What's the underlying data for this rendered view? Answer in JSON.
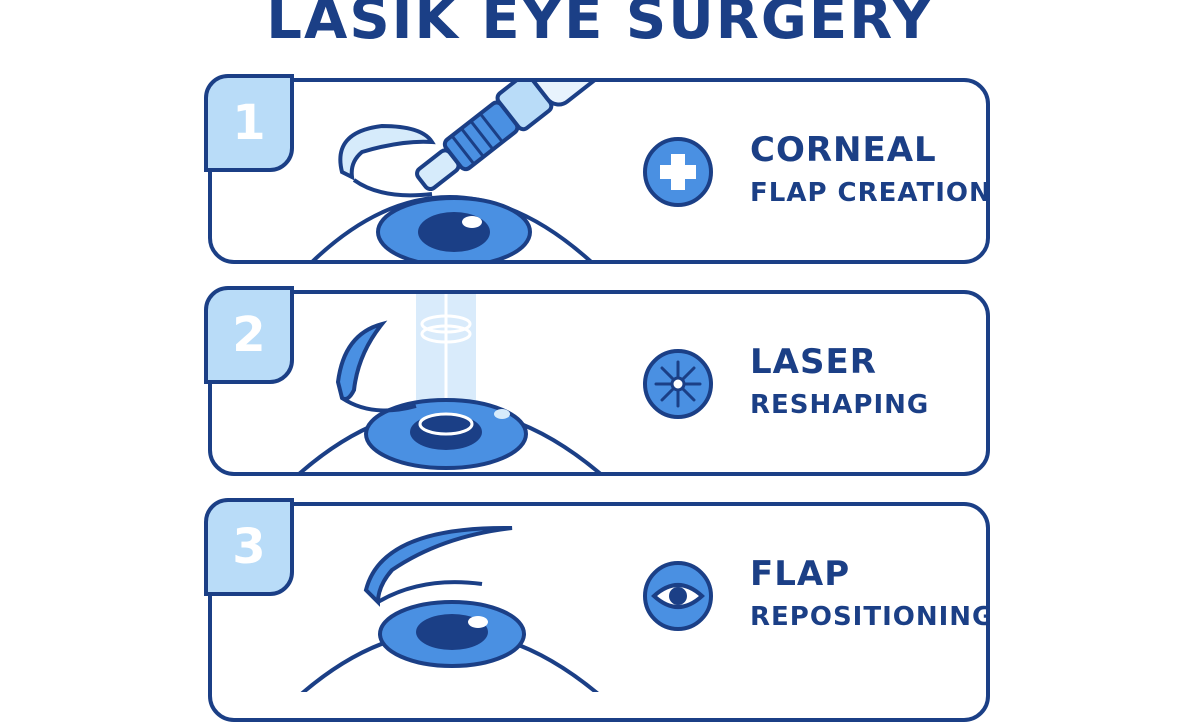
{
  "title": "LASIK EYE SURGERY",
  "colors": {
    "navy": "#1b3f86",
    "light_blue": "#b9dcf8",
    "iris_blue": "#4a90e2",
    "pale_blue": "#e8f3fd"
  },
  "steps": [
    {
      "number": "1",
      "line1": "CORNEAL",
      "line2": "FLAP CREATION",
      "icon": "plus-icon"
    },
    {
      "number": "2",
      "line1": "LASER",
      "line2": "RESHAPING",
      "icon": "starburst-icon"
    },
    {
      "number": "3",
      "line1": "FLAP",
      "line2": "REPOSITIONING",
      "icon": "eye-icon"
    }
  ]
}
